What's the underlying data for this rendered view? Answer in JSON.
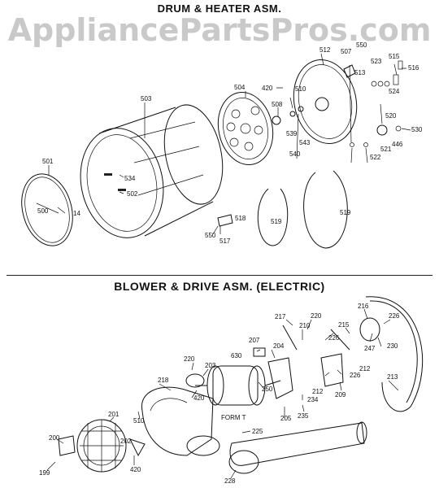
{
  "page": {
    "section1_title": "DRUM & HEATER ASM.",
    "watermark": "AppliancePartsPros.com",
    "section2_title": "BLOWER & DRIVE ASM. (ELECTRIC)"
  },
  "drum_labels": [
    "503",
    "501",
    "500",
    "14",
    "534",
    "502",
    "504",
    "508",
    "539",
    "540",
    "543",
    "512",
    "510",
    "420",
    "507",
    "550",
    "513",
    "523",
    "515",
    "516",
    "524",
    "520",
    "530",
    "446",
    "521",
    "522",
    "518",
    "517",
    "550",
    "519",
    "519"
  ],
  "blower_labels": [
    "217",
    "220",
    "210",
    "216",
    "226",
    "215",
    "226",
    "230",
    "247",
    "207",
    "630",
    "204",
    "226",
    "209",
    "212",
    "212",
    "213",
    "220",
    "203",
    "218",
    "250",
    "234",
    "235",
    "205",
    "420",
    "201",
    "510",
    "200",
    "202",
    "420",
    "225",
    "199",
    "228",
    "FORM T"
  ]
}
